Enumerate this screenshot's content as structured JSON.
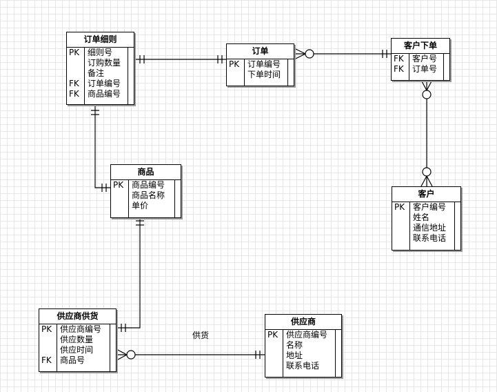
{
  "entities": {
    "order_detail": {
      "title": "订单细则",
      "rows": [
        {
          "key": "PK",
          "attr": "细则号"
        },
        {
          "key": "",
          "attr": "订购数量"
        },
        {
          "key": "",
          "attr": "备注"
        },
        {
          "key": "FK",
          "attr": "订单编号"
        },
        {
          "key": "FK",
          "attr": "商品编号"
        }
      ]
    },
    "order": {
      "title": "订单",
      "rows": [
        {
          "key": "PK",
          "attr": "订单编号"
        },
        {
          "key": "",
          "attr": "下单时间"
        }
      ]
    },
    "customer_order": {
      "title": "客户下单",
      "rows": [
        {
          "key": "FK",
          "attr": "客户号"
        },
        {
          "key": "FK",
          "attr": "订单号"
        }
      ]
    },
    "product": {
      "title": "商品",
      "rows": [
        {
          "key": "PK",
          "attr": "商品编号"
        },
        {
          "key": "",
          "attr": "商品名称"
        },
        {
          "key": "",
          "attr": "单价"
        }
      ]
    },
    "customer": {
      "title": "客户",
      "rows": [
        {
          "key": "PK",
          "attr": "客户编号"
        },
        {
          "key": "",
          "attr": "姓名"
        },
        {
          "key": "",
          "attr": "通信地址"
        },
        {
          "key": "",
          "attr": "联系电话"
        }
      ]
    },
    "supply": {
      "title": "供应商供货",
      "rows": [
        {
          "key": "PK",
          "attr": "供应商编号"
        },
        {
          "key": "",
          "attr": "供应数量"
        },
        {
          "key": "",
          "attr": "供应时间"
        },
        {
          "key": "FK",
          "attr": "商品号"
        }
      ]
    },
    "supplier": {
      "title": "供应商",
      "rows": [
        {
          "key": "PK",
          "attr": "供应商编号"
        },
        {
          "key": "",
          "attr": "名称"
        },
        {
          "key": "",
          "attr": "地址"
        },
        {
          "key": "",
          "attr": "联系电话"
        }
      ]
    }
  },
  "relationships": {
    "supply_label": "供货"
  },
  "colors": {
    "line": "#000000",
    "grid": "#e6e6e6",
    "shadow": "#9a9a9a"
  }
}
